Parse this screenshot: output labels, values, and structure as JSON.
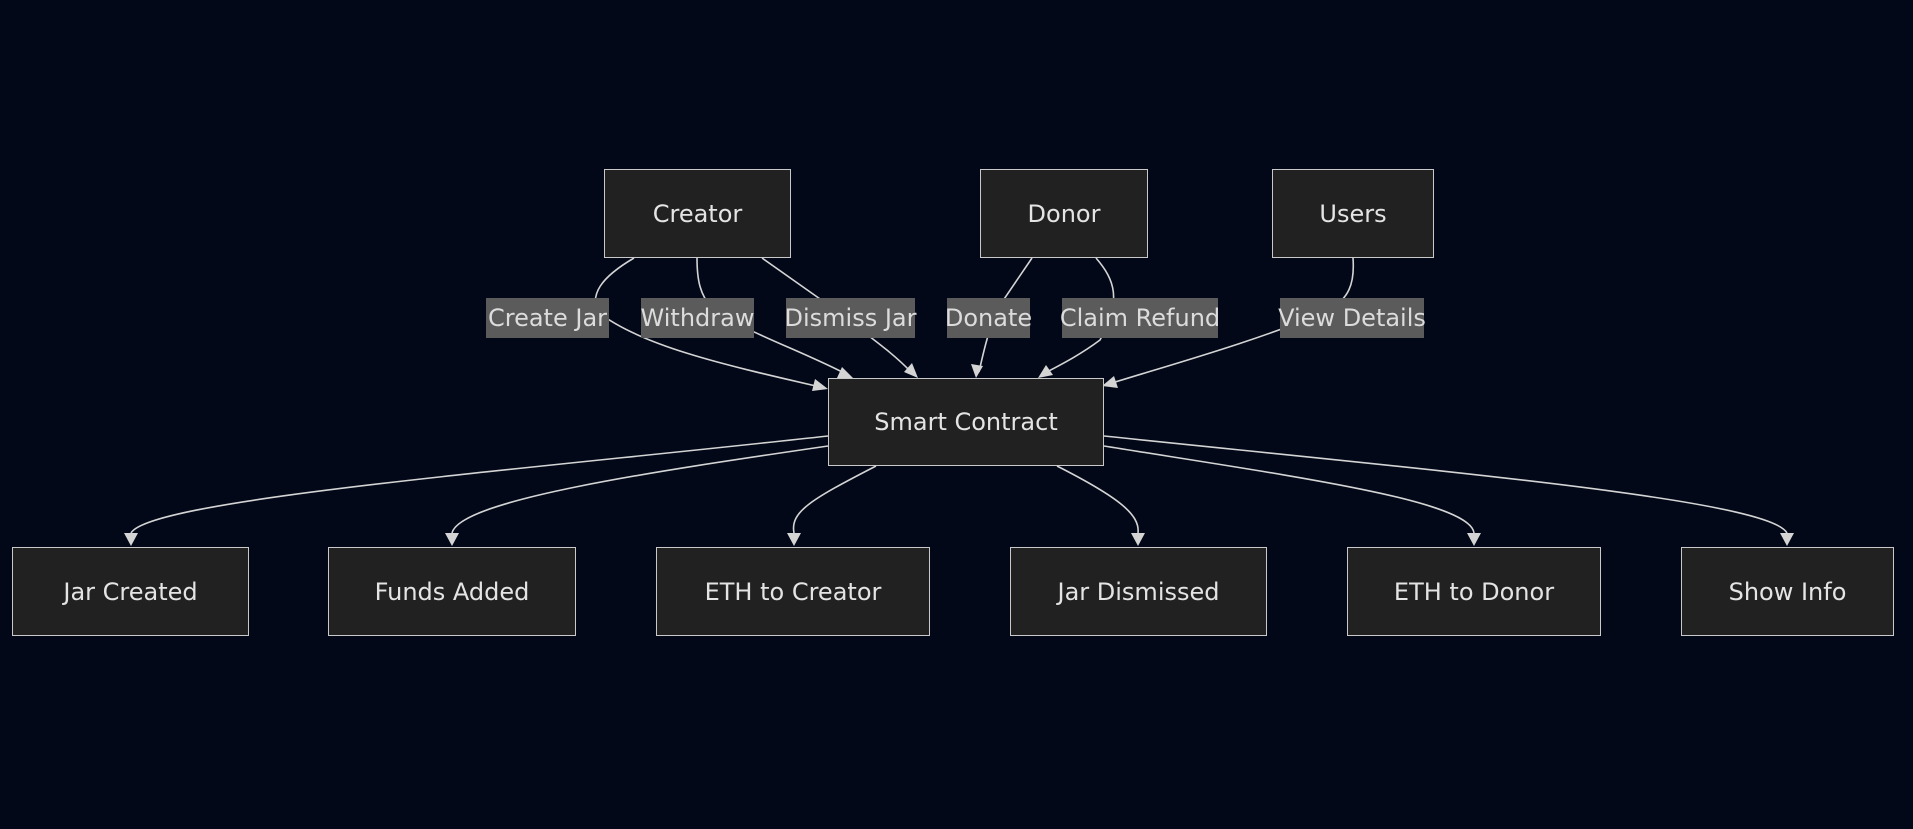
{
  "colors": {
    "background": "#020818",
    "node_fill": "#212121",
    "node_border": "#c9c9c9",
    "text": "#e4e4e4",
    "label_fill": "#5b5b5b",
    "edge": "#d4d4d4"
  },
  "actors": {
    "creator": "Creator",
    "donor": "Donor",
    "users": "Users"
  },
  "contract": "Smart Contract",
  "edge_labels": {
    "create_jar": "Create Jar",
    "withdraw": "Withdraw",
    "dismiss_jar": "Dismiss Jar",
    "donate": "Donate",
    "claim_refund": "Claim Refund",
    "view_details": "View Details"
  },
  "outcomes": {
    "jar_created": "Jar Created",
    "funds_added": "Funds Added",
    "eth_to_creator": "ETH to Creator",
    "jar_dismissed": "Jar Dismissed",
    "eth_to_donor": "ETH to Donor",
    "show_info": "Show Info"
  },
  "edges": [
    {
      "from": "Creator",
      "label": "Create Jar",
      "to": "Smart Contract"
    },
    {
      "from": "Creator",
      "label": "Withdraw",
      "to": "Smart Contract"
    },
    {
      "from": "Creator",
      "label": "Dismiss Jar",
      "to": "Smart Contract"
    },
    {
      "from": "Donor",
      "label": "Donate",
      "to": "Smart Contract"
    },
    {
      "from": "Donor",
      "label": "Claim Refund",
      "to": "Smart Contract"
    },
    {
      "from": "Users",
      "label": "View Details",
      "to": "Smart Contract"
    },
    {
      "from": "Smart Contract",
      "to": "Jar Created"
    },
    {
      "from": "Smart Contract",
      "to": "Funds Added"
    },
    {
      "from": "Smart Contract",
      "to": "ETH to Creator"
    },
    {
      "from": "Smart Contract",
      "to": "Jar Dismissed"
    },
    {
      "from": "Smart Contract",
      "to": "ETH to Donor"
    },
    {
      "from": "Smart Contract",
      "to": "Show Info"
    }
  ]
}
